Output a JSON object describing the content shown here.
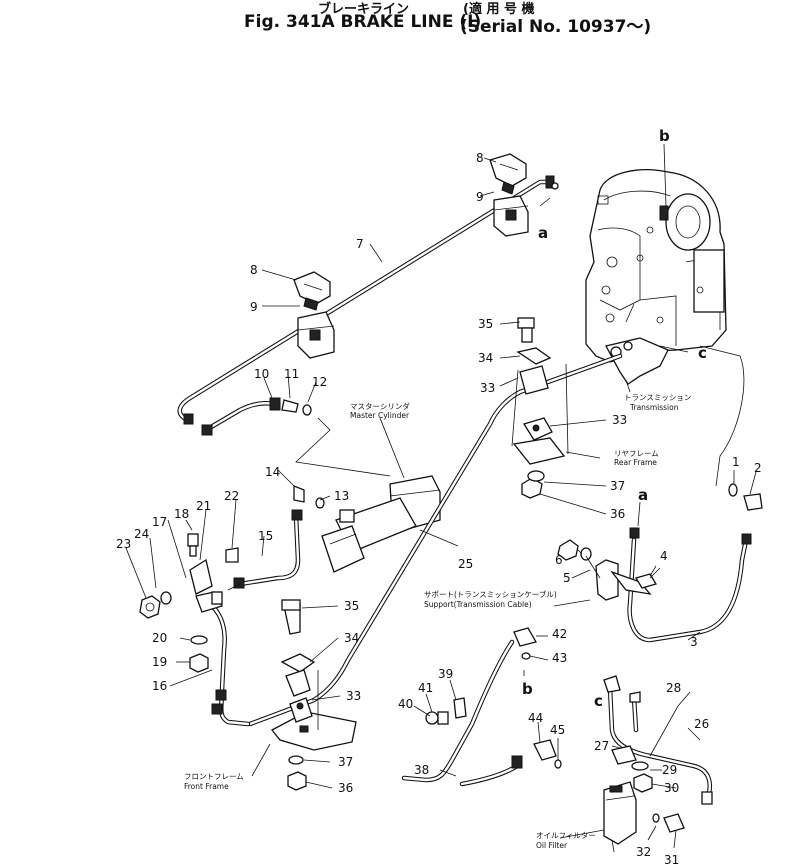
{
  "header": {
    "jp_title": "ブレーキライン",
    "title": "Fig. 341A  BRAKE LINE (I)",
    "serial_jp": "(適 用 号 機",
    "serial": "(Serial  No. 10937～)"
  },
  "labels": {
    "transmission_jp": "トランスミッション",
    "transmission": "Transmission",
    "rear_frame_jp": "リヤフレーム",
    "rear_frame": "Rear Frame",
    "master_cylinder_jp": "マスターシリンダ",
    "master_cylinder": "Master Cylinder",
    "support_jp": "サポート(トランスミッションケーブル)",
    "support": "Support(Transmission Cable)",
    "front_frame_jp": "フロントフレーム",
    "front_frame": "Front Frame",
    "oil_filter_jp": "オイルフィルター",
    "oil_filter": "Oil Filter"
  },
  "refs": {
    "a": "a",
    "b": "b",
    "c": "c",
    "a2": "a",
    "b2": "b",
    "c2": "c"
  },
  "parts": {
    "p1": "1",
    "p2": "2",
    "p3": "3",
    "p4": "4",
    "p5": "5",
    "p6": "6",
    "p7": "7",
    "p8a": "8",
    "p8b": "8",
    "p9a": "9",
    "p9b": "9",
    "p10": "10",
    "p11": "11",
    "p12": "12",
    "p13": "13",
    "p14": "14",
    "p15": "15",
    "p16": "16",
    "p17": "17",
    "p18": "18",
    "p19": "19",
    "p20": "20",
    "p21": "21",
    "p22": "22",
    "p23": "23",
    "p24": "24",
    "p25": "25",
    "p26": "26",
    "p27": "27",
    "p28": "28",
    "p29": "29",
    "p30": "30",
    "p31": "31",
    "p32": "32",
    "p33a": "33",
    "p33b": "33",
    "p33c": "33",
    "p34a": "34",
    "p34b": "34",
    "p35a": "35",
    "p35b": "35",
    "p36a": "36",
    "p36b": "36",
    "p37a": "37",
    "p37b": "37",
    "p38": "38",
    "p39": "39",
    "p40": "40",
    "p41": "41",
    "p42": "42",
    "p43": "43",
    "p44": "44",
    "p45": "45"
  }
}
